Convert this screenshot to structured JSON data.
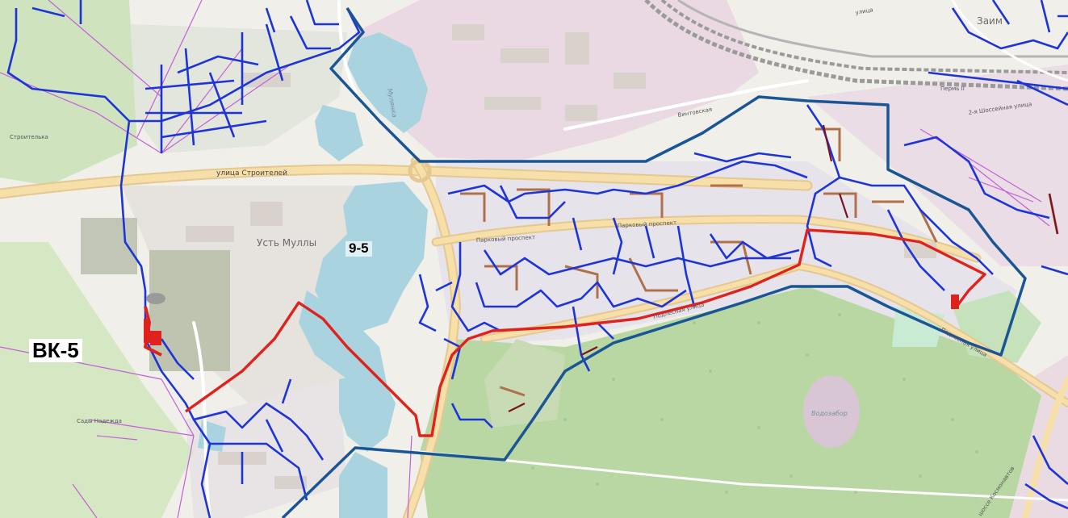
{
  "zones": {
    "left": "ВК-5",
    "center": "9-5"
  },
  "labels": {
    "district": "Усть Муллы",
    "street_stroiteley": "улица Строителей",
    "parkovy_1": "Парковый проспект",
    "parkovy_2": "Парковый проспект",
    "podlesnaya_1": "Подлесная улица",
    "podlesnaya_2": "Подлесная улица",
    "shosseynaya": "2-я Шоссейная улица",
    "mullinka": "Мулянка",
    "vodozabor": "Водозабор",
    "zaim": "Заим",
    "perm": "Пермь II",
    "stroitelka": "Строителька",
    "nadezhda": "Сады Надежда",
    "kosmonavtov": "шоссе Космонавтов",
    "ulitsa": "улица",
    "vinogradskaya": "Винтовская"
  },
  "colors": {
    "boundary": "#1a5596",
    "network": "#1d35d8",
    "red_route": "#e0221c",
    "forest": "#b9d7a3",
    "water": "#a9d3df",
    "road": "#f6dfa9"
  }
}
